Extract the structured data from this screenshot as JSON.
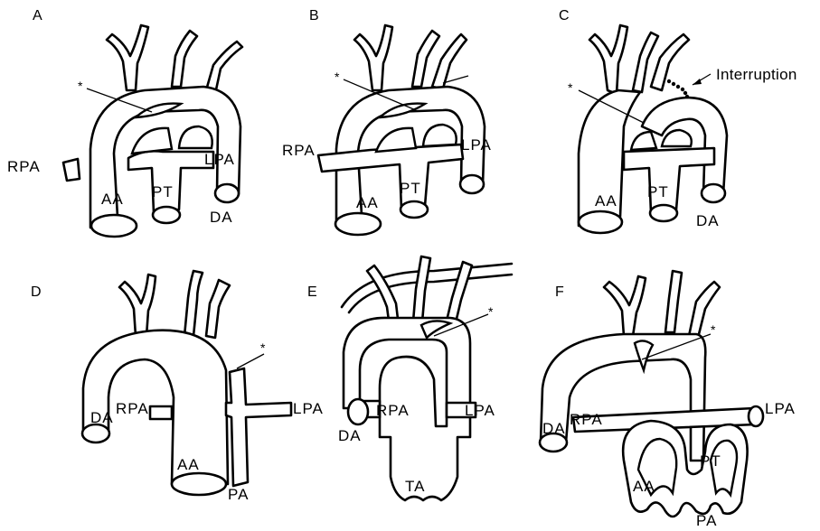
{
  "panels": [
    {
      "letter": "A",
      "labels": {
        "rpa": "RPA",
        "lpa": "LPA",
        "aa": "AA",
        "pt": "PT",
        "da": "DA"
      },
      "asterisk": "*"
    },
    {
      "letter": "B",
      "labels": {
        "rpa": "RPA",
        "lpa": "LPA",
        "aa": "AA",
        "pt": "PT"
      },
      "asterisk": "*"
    },
    {
      "letter": "C",
      "labels": {
        "interruption": "Interruption",
        "aa": "AA",
        "pt": "PT",
        "da": "DA"
      },
      "asterisk": "*"
    },
    {
      "letter": "D",
      "labels": {
        "da": "DA",
        "rpa": "RPA",
        "lpa": "LPA",
        "aa": "AA",
        "pa": "PA"
      },
      "asterisk": "*"
    },
    {
      "letter": "E",
      "labels": {
        "rpa": "RPA",
        "lpa": "LPA",
        "da": "DA",
        "ta": "TA"
      },
      "asterisk": "*"
    },
    {
      "letter": "F",
      "labels": {
        "da": "DA",
        "rpa": "RPA",
        "lpa": "LPA",
        "pt": "PT",
        "aa": "AA",
        "pa": "PA"
      },
      "asterisk": "*"
    }
  ]
}
